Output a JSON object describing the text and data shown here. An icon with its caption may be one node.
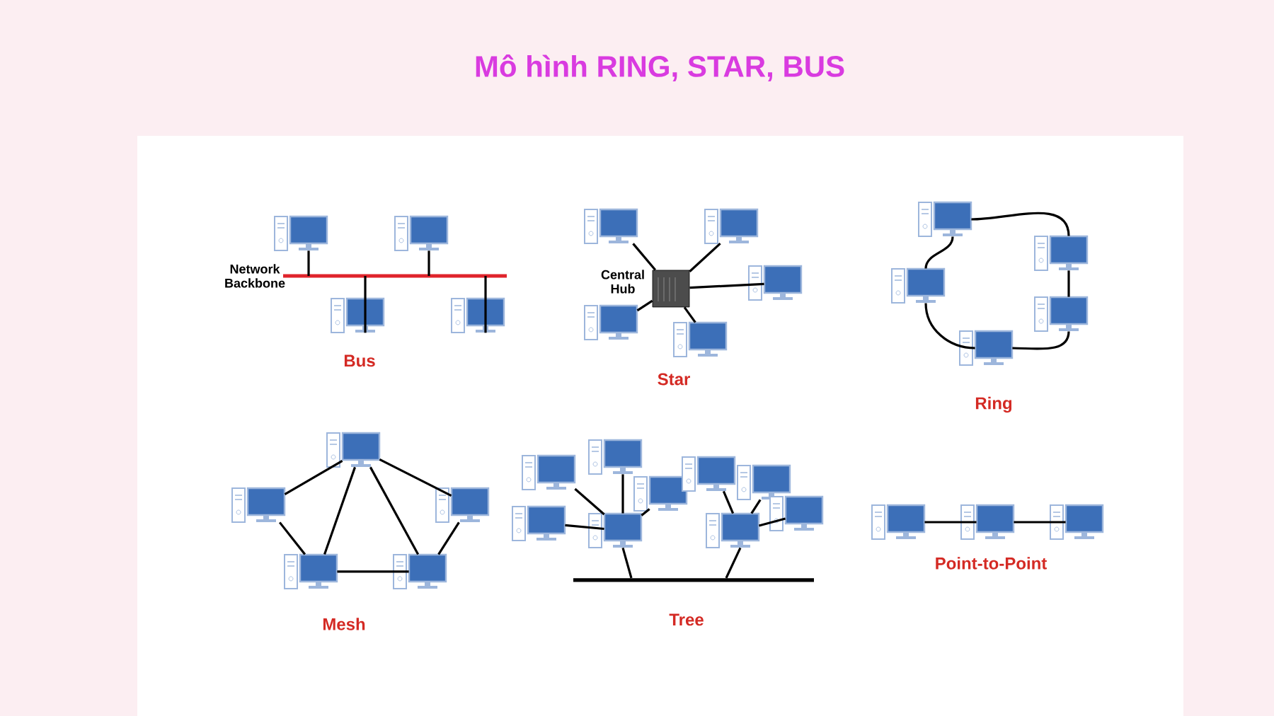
{
  "diagram": {
    "title": "Mô hình RING, STAR, BUS",
    "nodes": [
      {
        "text": [],
        "shape": "bar",
        "beside": [
          "Network Backbone"
        ]
      },
      {
        "text": [],
        "shape": "computer"
      },
      {
        "text": [],
        "shape": "computer"
      },
      {
        "text": [],
        "shape": "computer"
      },
      {
        "text": [],
        "shape": "computer"
      },
      {
        "text": [],
        "shape": "box",
        "beside": [
          "Central Hub"
        ]
      },
      {
        "text": [],
        "shape": "computer"
      },
      {
        "text": [],
        "shape": "computer"
      },
      {
        "text": [],
        "shape": "computer"
      },
      {
        "text": [],
        "shape": "computer"
      },
      {
        "text": [],
        "shape": "computer"
      },
      {
        "text": [],
        "shape": "computer"
      },
      {
        "text": [],
        "shape": "computer"
      },
      {
        "text": [],
        "shape": "computer"
      },
      {
        "text": [],
        "shape": "computer"
      },
      {
        "text": [],
        "shape": "computer"
      },
      {
        "text": [],
        "shape": "computer"
      },
      {
        "text": [],
        "shape": "computer"
      },
      {
        "text": [],
        "shape": "computer"
      },
      {
        "text": [],
        "shape": "computer"
      },
      {
        "text": [],
        "shape": "computer"
      },
      {
        "text": [],
        "shape": "bar"
      },
      {
        "text": [],
        "shape": "computer"
      },
      {
        "text": [],
        "shape": "computer"
      },
      {
        "text": [],
        "shape": "computer"
      },
      {
        "text": [],
        "shape": "computer"
      },
      {
        "text": [],
        "shape": "computer"
      },
      {
        "text": [],
        "shape": "computer"
      },
      {
        "text": [],
        "shape": "computer"
      },
      {
        "text": [],
        "shape": "computer"
      },
      {
        "text": [],
        "shape": "computer"
      },
      {
        "text": [],
        "shape": "computer"
      },
      {
        "text": [],
        "shape": "computer"
      },
      {
        "text": [],
        "shape": "computer"
      }
    ],
    "edges": [
      {
        "from": 1,
        "to": 0,
        "arrow": "none"
      },
      {
        "from": 2,
        "to": 0,
        "arrow": "none"
      },
      {
        "from": 3,
        "to": 0,
        "arrow": "none"
      },
      {
        "from": 4,
        "to": 0,
        "arrow": "none"
      },
      {
        "from": 5,
        "to": 6,
        "arrow": "none"
      },
      {
        "from": 5,
        "to": 7,
        "arrow": "none"
      },
      {
        "from": 5,
        "to": 8,
        "arrow": "none"
      },
      {
        "from": 5,
        "to": 9,
        "arrow": "none"
      },
      {
        "from": 5,
        "to": 10,
        "arrow": "none"
      },
      {
        "from": 11,
        "to": 12,
        "arrow": "none"
      },
      {
        "from": 12,
        "to": 13,
        "arrow": "none"
      },
      {
        "from": 13,
        "to": 14,
        "arrow": "none"
      },
      {
        "from": 14,
        "to": 15,
        "arrow": "none"
      },
      {
        "from": 15,
        "to": 11,
        "arrow": "none"
      },
      {
        "from": 16,
        "to": 17,
        "arrow": "none"
      },
      {
        "from": 16,
        "to": 19,
        "arrow": "none"
      },
      {
        "from": 16,
        "to": 20,
        "arrow": "none"
      },
      {
        "from": 16,
        "to": 18,
        "arrow": "none"
      },
      {
        "from": 17,
        "to": 19,
        "arrow": "none"
      },
      {
        "from": 19,
        "to": 20,
        "arrow": "none"
      },
      {
        "from": 18,
        "to": 20,
        "arrow": "none"
      },
      {
        "from": 22,
        "to": 21,
        "arrow": "none"
      },
      {
        "from": 23,
        "to": 22,
        "arrow": "none"
      },
      {
        "from": 24,
        "to": 22,
        "arrow": "none"
      },
      {
        "from": 25,
        "to": 22,
        "arrow": "none"
      },
      {
        "from": 26,
        "to": 22,
        "arrow": "none"
      },
      {
        "from": 27,
        "to": 21,
        "arrow": "none"
      },
      {
        "from": 28,
        "to": 27,
        "arrow": "none"
      },
      {
        "from": 29,
        "to": 27,
        "arrow": "none"
      },
      {
        "from": 30,
        "to": 27,
        "arrow": "none"
      },
      {
        "from": 31,
        "to": 32,
        "arrow": "none"
      },
      {
        "from": 32,
        "to": 33,
        "arrow": "none"
      }
    ],
    "labels": [
      "Bus",
      "Star",
      "Ring",
      "Mesh",
      "Tree",
      "Point-to-Point"
    ]
  }
}
